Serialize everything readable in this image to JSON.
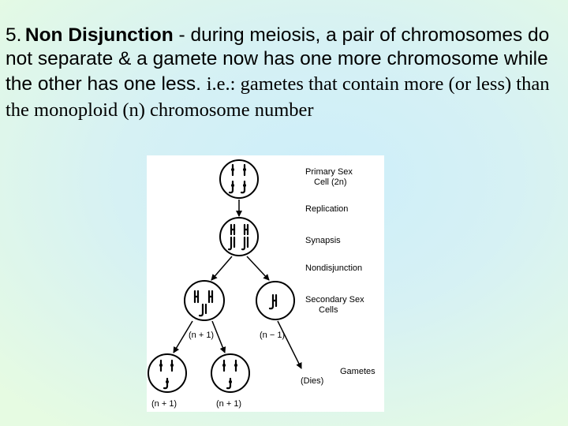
{
  "heading": {
    "number": "5.",
    "term": "Non Disjunction",
    "definition": " - during meiosis, a pair of chromosomes do not separate & a gamete now has one more chromosome while the other has one less. ",
    "ie_label": "i.e.:",
    "ie_text": " gametes that contain more (or less) than the monoploid (n) chromosome number"
  },
  "diagram": {
    "labels": {
      "primary_line1": "Primary Sex",
      "primary_line2": "Cell (2n)",
      "replication": "Replication",
      "synapsis": "Synapsis",
      "nondisjunction": "Nondisjunction",
      "secondary_line1": "Secondary Sex",
      "secondary_line2": "Cells",
      "gametes": "Gametes"
    },
    "counts": {
      "plus_secondary": "(n + 1)",
      "minus_secondary": "(n − 1)",
      "dies": "(Dies)",
      "gamete_left": "(n + 1)",
      "gamete_right": "(n + 1)"
    }
  }
}
